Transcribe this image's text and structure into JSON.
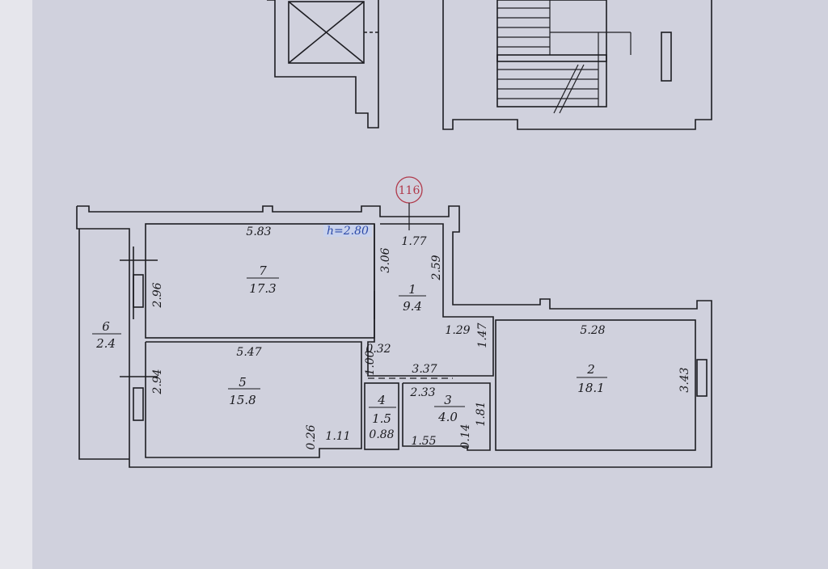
{
  "plan": {
    "apartment_marker": "116",
    "ceiling_height": "h=2.80",
    "rooms": [
      {
        "number": "1",
        "area": "9.4"
      },
      {
        "number": "2",
        "area": "18.1"
      },
      {
        "number": "3",
        "area": "4.0"
      },
      {
        "number": "4",
        "area": "1.5"
      },
      {
        "number": "5",
        "area": "15.8"
      },
      {
        "number": "6",
        "area": "2.4"
      },
      {
        "number": "7",
        "area": "17.3"
      }
    ],
    "dimensions": {
      "r7_width": "5.83",
      "r7_height": "2.96",
      "r7_door_wall": "3.06",
      "r1_width": "1.77",
      "r1_height": "2.59",
      "r1_step": "1.29",
      "r1_door": "1.47",
      "r1_small": "0.32",
      "r1_door2": "1.00",
      "r1_bottom": "3.37",
      "r5_width": "5.47",
      "r5_height": "2.94",
      "r5_notch": "0.26",
      "r5_notch_w": "1.11",
      "r4_width": "0.88",
      "r3_top": "2.33",
      "r3_height": "1.81",
      "r3_bottom": "1.55",
      "r3_notch": "0.14",
      "r2_width": "5.28",
      "r2_height": "3.43"
    }
  }
}
